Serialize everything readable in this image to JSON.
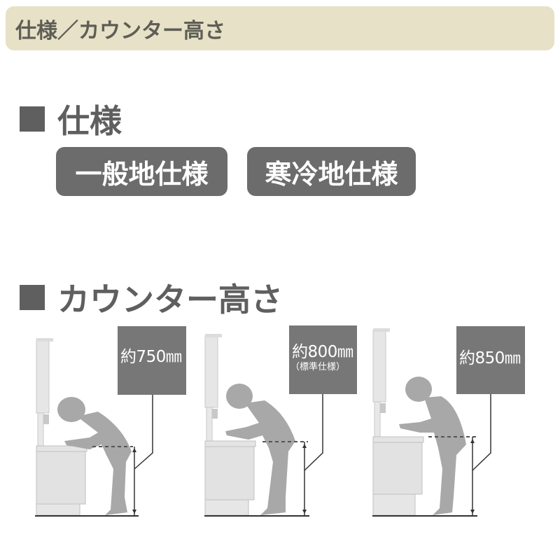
{
  "header": {
    "title": "仕様／カウンター高さ"
  },
  "spec_section": {
    "title": "仕様",
    "buttons": [
      {
        "label": "一般地仕様"
      },
      {
        "label": "寒冷地仕様"
      }
    ]
  },
  "height_section": {
    "title": "カウンター高さ",
    "diagrams": [
      {
        "height_label": "約750㎜",
        "note": ""
      },
      {
        "height_label": "約800㎜",
        "note": "（標準仕様）"
      },
      {
        "height_label": "約850㎜",
        "note": ""
      }
    ]
  },
  "colors": {
    "header_bg": "#e7e1c7",
    "button_bg": "#6c6c6c",
    "label_box_bg": "#777777",
    "figure_gray": "#a8a8a8",
    "cabinet_gray": "#e2e2e2"
  }
}
